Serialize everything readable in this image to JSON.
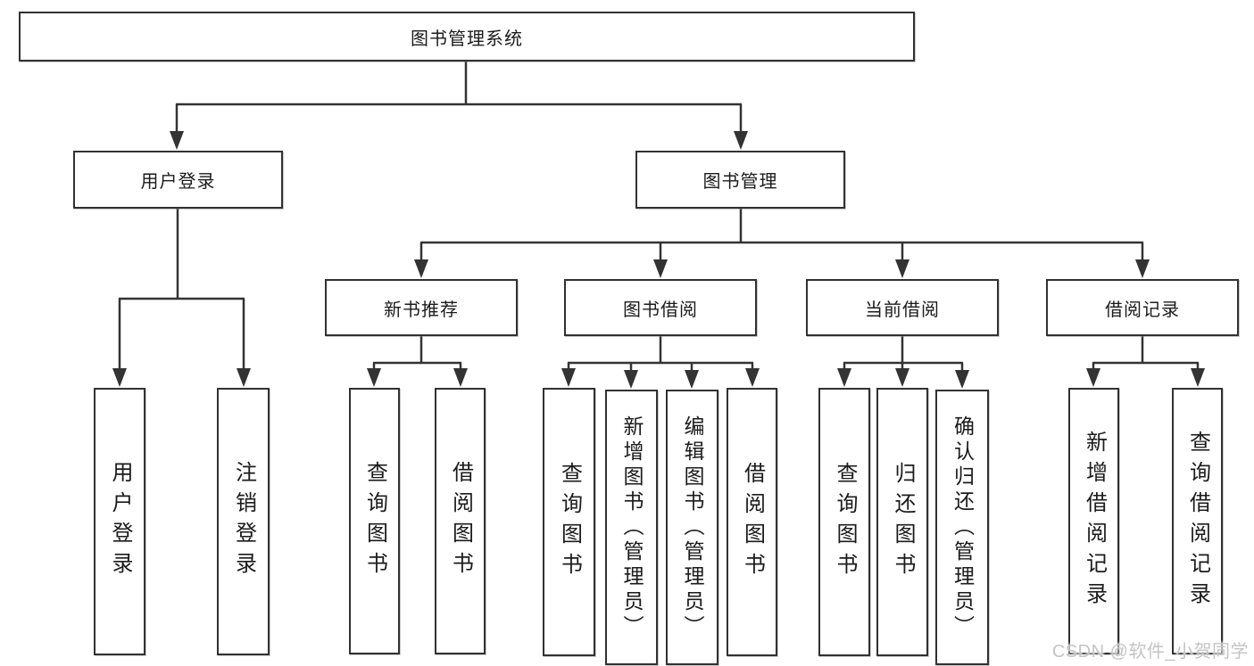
{
  "tree": {
    "root": {
      "label": "图书管理系统",
      "children": [
        {
          "label": "用户登录",
          "children": [
            {
              "label": "用户登录"
            },
            {
              "label": "注销登录"
            }
          ]
        },
        {
          "label": "图书管理",
          "children": [
            {
              "label": "新书推荐",
              "children": [
                {
                  "label": "查询图书"
                },
                {
                  "label": "借阅图书"
                }
              ]
            },
            {
              "label": "图书借阅",
              "children": [
                {
                  "label": "查询图书"
                },
                {
                  "label": "新增图书（管理员）"
                },
                {
                  "label": "编辑图书（管理员）"
                },
                {
                  "label": "借阅图书"
                }
              ]
            },
            {
              "label": "当前借阅",
              "children": [
                {
                  "label": "查询图书"
                },
                {
                  "label": "归还图书"
                },
                {
                  "label": "确认归还（管理员）"
                }
              ]
            },
            {
              "label": "借阅记录",
              "children": [
                {
                  "label": "新增借阅记录"
                },
                {
                  "label": "查询借阅记录"
                }
              ]
            }
          ]
        }
      ]
    }
  },
  "watermark": {
    "text": "CSDN @软件_小贺同学"
  },
  "colors": {
    "line": "#333333",
    "box_border": "#313131",
    "text": "#1b1b1b",
    "background": "#ffffff",
    "watermark": "#c4c4c4"
  }
}
